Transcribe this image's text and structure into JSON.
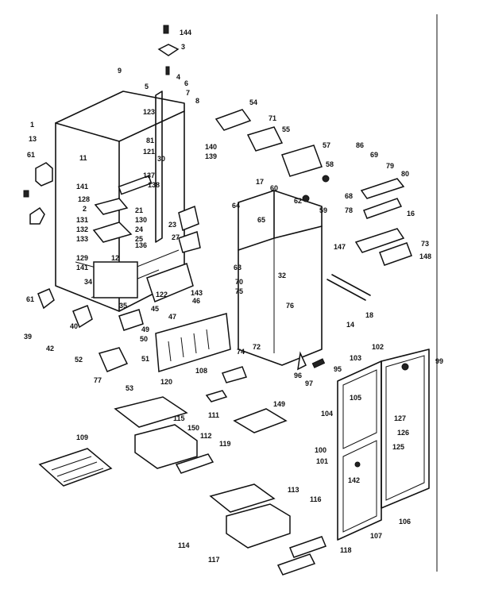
{
  "callouts": [
    "144",
    "3",
    "9",
    "4",
    "5",
    "6",
    "7",
    "8",
    "123",
    "81",
    "121",
    "1",
    "13",
    "11",
    "30",
    "61",
    "137",
    "138",
    "141",
    "128",
    "2",
    "21",
    "131",
    "132",
    "133",
    "130",
    "23",
    "24",
    "25",
    "27",
    "129",
    "12",
    "136",
    "141",
    "34",
    "122",
    "45",
    "143",
    "46",
    "35",
    "47",
    "49",
    "50",
    "40",
    "39",
    "42",
    "52",
    "51",
    "77",
    "53",
    "54",
    "71",
    "55",
    "140",
    "139",
    "57",
    "58",
    "60",
    "62",
    "59",
    "17",
    "64",
    "65",
    "61",
    "63",
    "70",
    "32",
    "75",
    "76",
    "74",
    "72",
    "96",
    "97",
    "95",
    "86",
    "69",
    "79",
    "80",
    "68",
    "78",
    "16",
    "73",
    "147",
    "148",
    "14",
    "18",
    "108",
    "111",
    "149",
    "120",
    "115",
    "150",
    "112",
    "119",
    "109",
    "103",
    "102",
    "99",
    "105",
    "104",
    "127",
    "126",
    "125",
    "100",
    "101",
    "142",
    "106",
    "107",
    "113",
    "116",
    "114",
    "117",
    "118"
  ]
}
